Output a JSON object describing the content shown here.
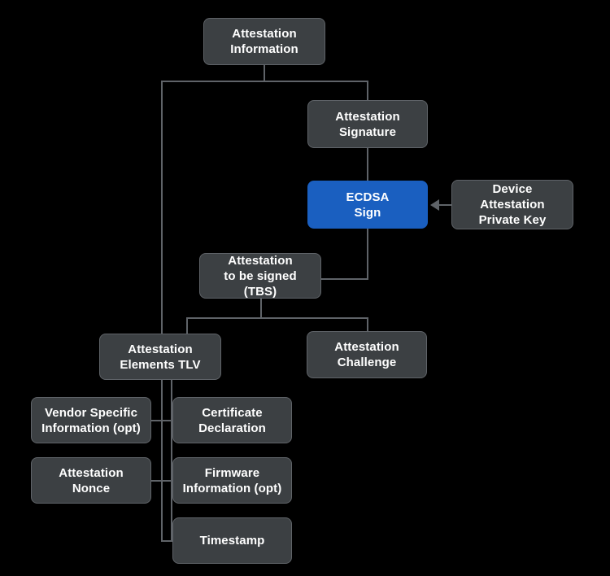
{
  "diagram": {
    "title": "Attestation Information structure",
    "background_color": "#000000",
    "node_color": "#3c4043",
    "node_border_color": "#5f6368",
    "accent_color": "#1a5fc0",
    "edge_color": "#5f6368",
    "text_color": "#ffffff",
    "nodes": {
      "attestation_information": "Attestation\nInformation",
      "attestation_signature": "Attestation\nSignature",
      "ecdsa_sign": "ECDSA\nSign",
      "device_attestation_private_key": "Device\nAttestation\nPrivate Key",
      "attestation_tbs": "Attestation\nto be signed (TBS)",
      "attestation_elements_tlv": "Attestation\nElements TLV",
      "attestation_challenge": "Attestation\nChallenge",
      "vendor_specific_information": "Vendor Specific\nInformation (opt)",
      "certificate_declaration": "Certificate\nDeclaration",
      "attestation_nonce": "Attestation\nNonce",
      "firmware_information": "Firmware\nInformation (opt)",
      "timestamp": "Timestamp"
    }
  }
}
